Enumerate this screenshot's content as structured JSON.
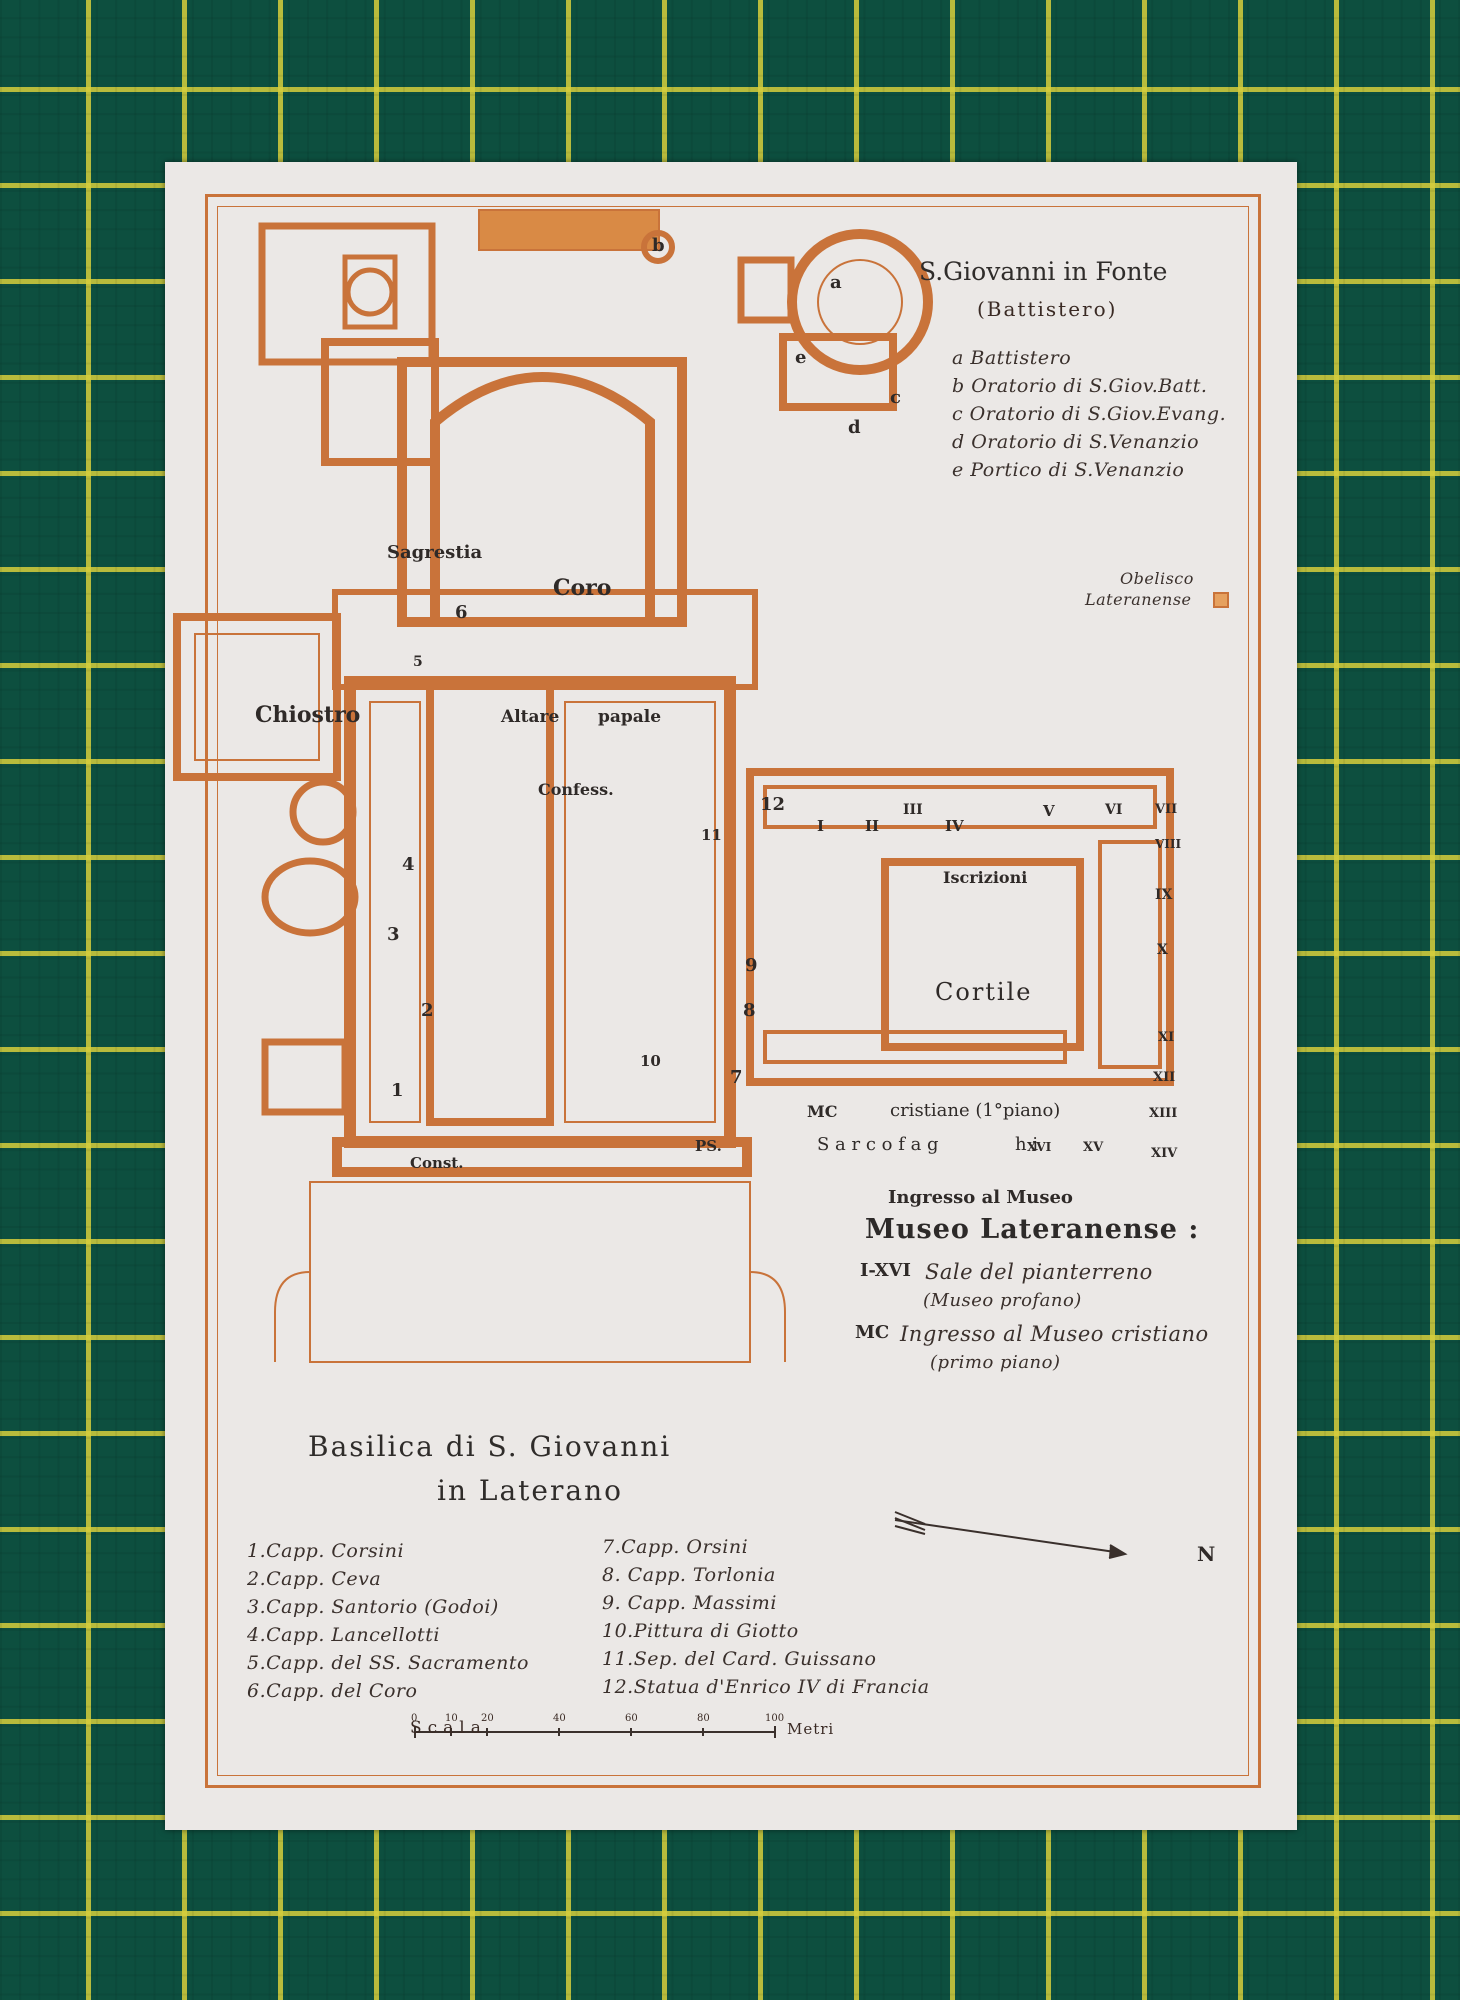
{
  "baptistery": {
    "title": "S.Giovanni in Fonte",
    "subtitle": "(Battistero)",
    "legend": [
      "a Battistero",
      "b Oratorio di S.Giov.Batt.",
      "c Oratorio di S.Giov.Evang.",
      "d Oratorio di S.Venanzio",
      "e Portico di S.Venanzio"
    ]
  },
  "obelisk": {
    "line1": "Obelisco",
    "line2": "Lateranense"
  },
  "plan_labels": {
    "sagrestia": "Sagrestia",
    "coro": "Coro",
    "chiostro": "Chiostro",
    "altare": "Altare",
    "papale": "papale",
    "confess": "Confess.",
    "iscrizioni": "Iscrizioni",
    "cortile": "Cortile",
    "mc": "MC",
    "cristiane": "cristiane (1°piano)",
    "sarcofagi": "S a r c o f a g",
    "sarcofagi_end": "h i",
    "const": "Const.",
    "ps": "PS.",
    "ingresso": "Ingresso al Museo",
    "a": "a",
    "b": "b",
    "c": "c",
    "d": "d",
    "e": "e",
    "n1": "1",
    "n2": "2",
    "n3": "3",
    "n4": "4",
    "n5": "5",
    "n6": "6",
    "n7": "7",
    "n8": "8",
    "n9": "9",
    "n10": "10",
    "n11": "11",
    "n12": "12",
    "rI": "I",
    "rII": "II",
    "rIII": "III",
    "rIV": "IV",
    "rV": "V",
    "rVI": "VI",
    "rVII": "VII",
    "rVIII": "VIII",
    "rIX": "IX",
    "rX": "X",
    "rXI": "XI",
    "rXII": "XII",
    "rXIII": "XIII",
    "rXIV": "XIV",
    "rXV": "XV",
    "rXVI": "XVI"
  },
  "museo": {
    "title": "Museo Lateranense :",
    "line1_key": "I-XVI",
    "line1": "Sale del pianterreno",
    "line1b": "(Museo profano)",
    "line2_key": "MC",
    "line2": "Ingresso al Museo cristiano",
    "line2b": "(primo piano)"
  },
  "title": {
    "line1": "Basilica di S. Giovanni",
    "line2": "in Laterano"
  },
  "north": "N",
  "chapels_left": [
    "1.Capp. Corsini",
    "2.Capp. Ceva",
    "3.Capp. Santorio (Godoi)",
    "4.Capp. Lancellotti",
    "5.Capp. del SS. Sacramento",
    "6.Capp. del Coro"
  ],
  "chapels_right": [
    "7.Capp. Orsini",
    "8. Capp. Torlonia",
    "9. Capp. Massimi",
    "10.Pittura di Giotto",
    "11.Sep. del Card. Guissano",
    "12.Statua d'Enrico IV di Francia"
  ],
  "scale": {
    "label": "Scala",
    "ticks": [
      "0",
      "10",
      "20",
      "40",
      "60",
      "80",
      "100"
    ],
    "unit": "Metri"
  },
  "colors": {
    "ink": "#c9733a",
    "paper": "#ebe8e6",
    "cutting_mat": "#0d4f3f",
    "grid_lines": "#d6ce3c"
  }
}
